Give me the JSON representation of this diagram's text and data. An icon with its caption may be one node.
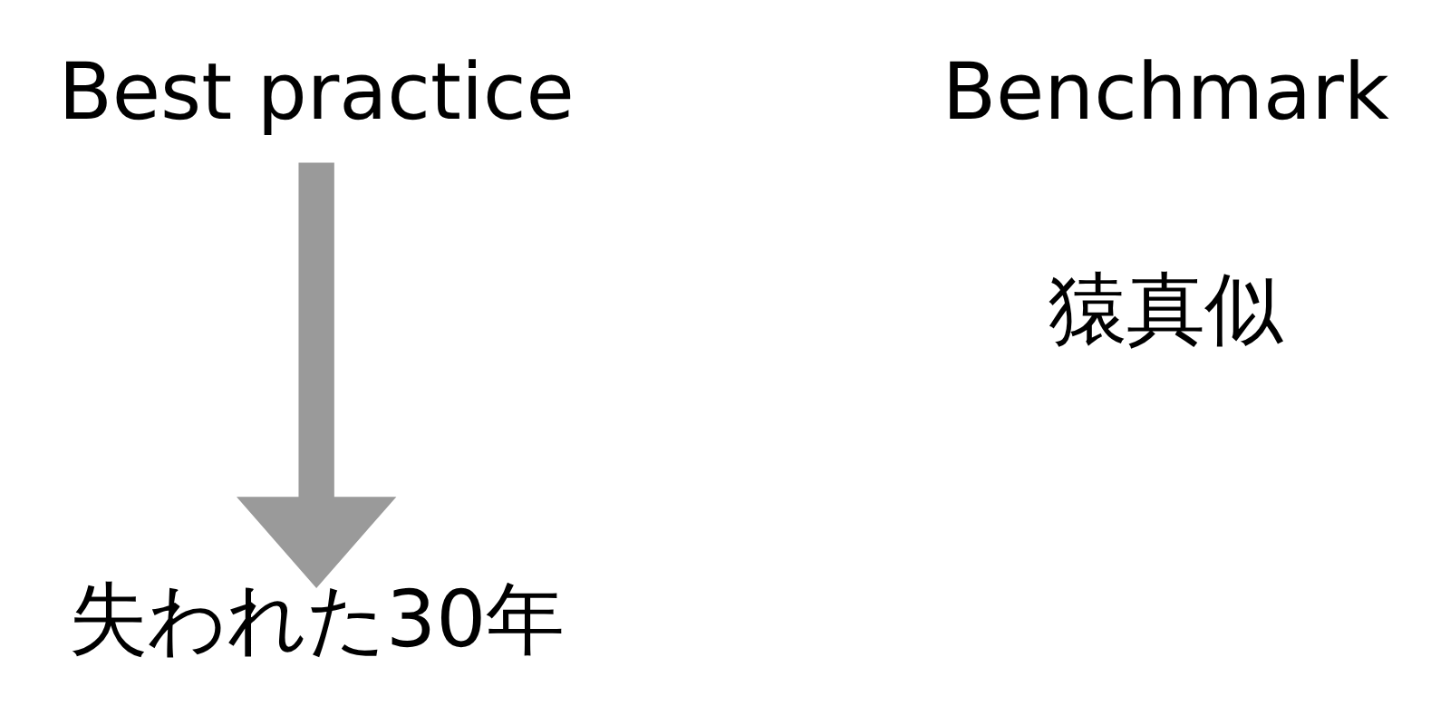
{
  "diagram": {
    "nodes": [
      {
        "text": [
          "Best practice"
        ]
      },
      {
        "text": [
          "失われた30年"
        ]
      }
    ],
    "edges": [
      {
        "from": 0,
        "to": 1,
        "arrow": "to"
      }
    ],
    "labels": [
      "Benchmark",
      "猿真似"
    ]
  }
}
